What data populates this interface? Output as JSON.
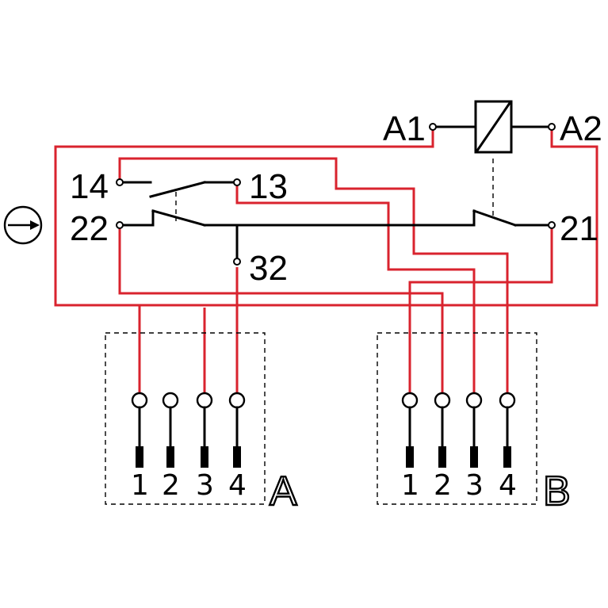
{
  "terminals": {
    "a1": "A1",
    "a2": "A2",
    "t14": "14",
    "t13": "13",
    "t22": "22",
    "t21": "21",
    "t32": "32"
  },
  "sockets": {
    "a": {
      "label": "A",
      "pins": [
        "1",
        "2",
        "3",
        "4"
      ]
    },
    "b": {
      "label": "B",
      "pins": [
        "1",
        "2",
        "3",
        "4"
      ]
    }
  },
  "colors": {
    "wire": "#d9232e",
    "line": "#000000"
  },
  "icons": {
    "direction": "circle-arrow-right-icon",
    "coil": "relay-coil-icon"
  }
}
